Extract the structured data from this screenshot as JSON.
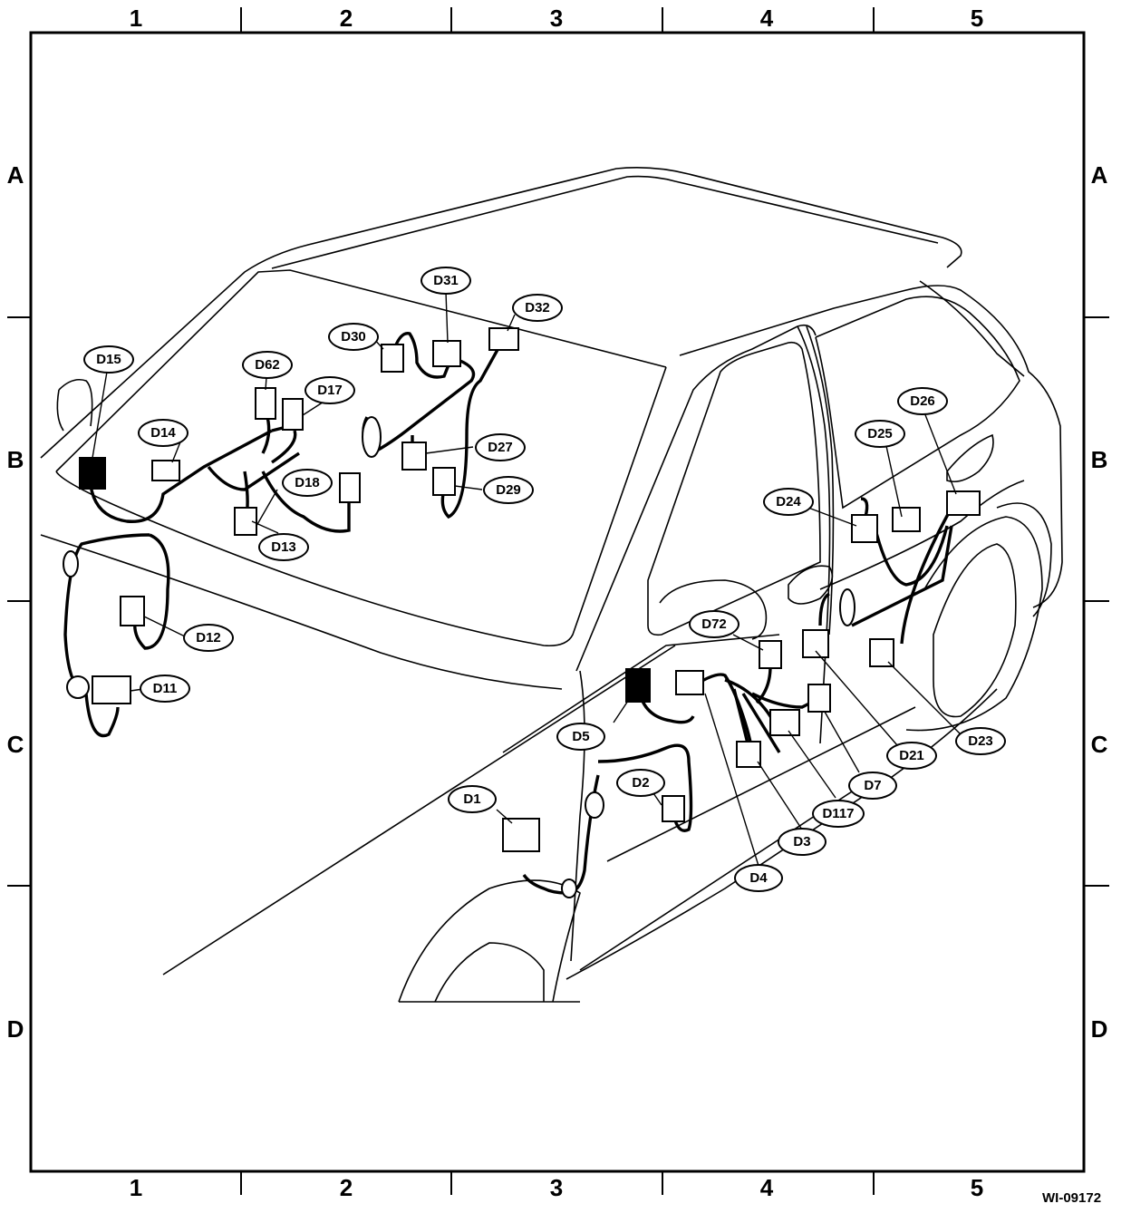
{
  "drawing_id": "WI-09172",
  "grid": {
    "columns": [
      "1",
      "2",
      "3",
      "4",
      "5"
    ],
    "rows": [
      "A",
      "B",
      "C",
      "D"
    ]
  },
  "connectors": {
    "D1": "D1",
    "D2": "D2",
    "D3": "D3",
    "D4": "D4",
    "D5": "D5",
    "D7": "D7",
    "D11": "D11",
    "D12": "D12",
    "D13": "D13",
    "D14": "D14",
    "D15": "D15",
    "D17": "D17",
    "D18": "D18",
    "D21": "D21",
    "D23": "D23",
    "D24": "D24",
    "D25": "D25",
    "D26": "D26",
    "D27": "D27",
    "D29": "D29",
    "D30": "D30",
    "D31": "D31",
    "D32": "D32",
    "D62": "D62",
    "D72": "D72",
    "D117": "D117"
  }
}
